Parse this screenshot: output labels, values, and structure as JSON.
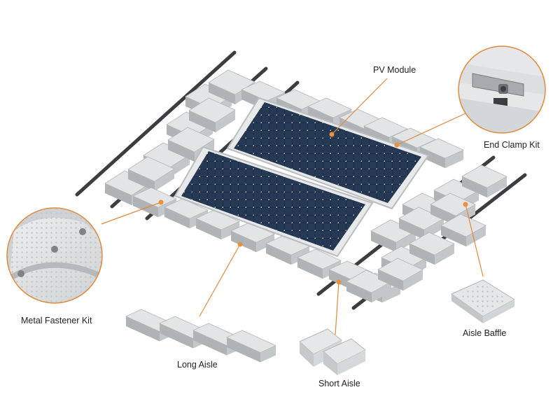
{
  "labels": {
    "pv_module": "PV Module",
    "end_clamp_kit": "End Clamp Kit",
    "metal_fastener_kit": "Metal Fastener Kit",
    "aisle_baffle": "Aisle Baffle",
    "long_aisle": "Long Aisle",
    "short_aisle": "Short Aisle"
  },
  "colors": {
    "callout_line": "#e08a3c",
    "callout_dot": "#e8913f",
    "float_body": "#d9dbdc",
    "float_shadow": "#a9acae",
    "panel_cell": "#1f2d44",
    "panel_frame": "#e7e9ea",
    "rail": "#3b3d40"
  },
  "icons": [
    "pv-module-icon",
    "float-icon",
    "rail-icon",
    "end-clamp-icon",
    "metal-fastener-icon",
    "aisle-baffle-icon",
    "long-aisle-icon",
    "short-aisle-icon"
  ]
}
